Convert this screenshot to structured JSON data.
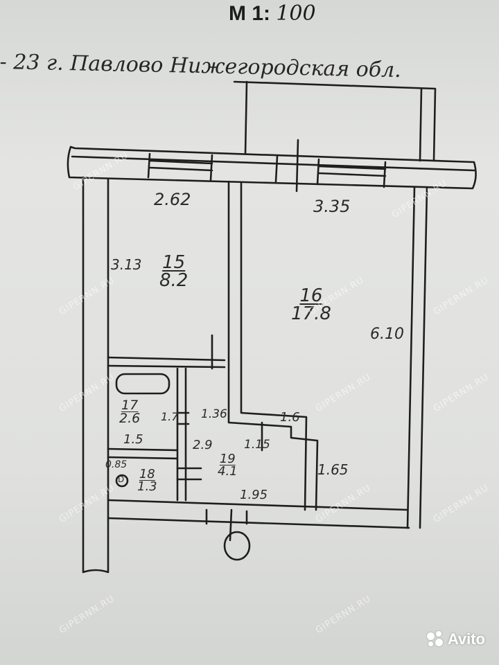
{
  "header": {
    "scale_prefix": "М 1:",
    "scale_value": "100",
    "address": "- 23 г. Павлово Нижегородская обл."
  },
  "rooms": [
    {
      "number": "15",
      "area": "8.2"
    },
    {
      "number": "16",
      "area": "17.8"
    },
    {
      "number": "17",
      "area": "2.6"
    },
    {
      "number": "18",
      "area": "1.3"
    },
    {
      "number": "19",
      "area": "4.1"
    }
  ],
  "dimensions": {
    "room15_width": "2.62",
    "room16_width": "3.35",
    "room15_length": "3.13",
    "room16_length": "6.10",
    "room17_width": "1.5",
    "room17_small": "1.7",
    "hall_wall_left": "1.36",
    "hall_notch": "1.6",
    "hall_step": "1.15",
    "hall_length": "2.9",
    "room16_lower": "1.65",
    "room18_width": "0.85",
    "hall_width": "1.95"
  },
  "symbols": {
    "room18": "D"
  },
  "watermark": {
    "text": "GIPERNN.RU"
  },
  "brand": {
    "name": "Avito",
    "color": "#ffffff",
    "icon": "avito-dots-icon"
  },
  "colors": {
    "ink": "#1e1e1e",
    "paper": "#e0e1df"
  }
}
